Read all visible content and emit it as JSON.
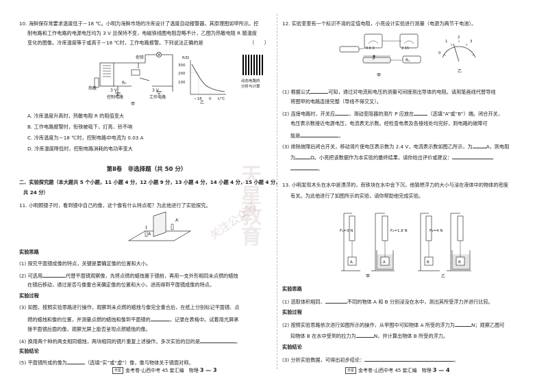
{
  "left": {
    "q10": {
      "l1": "10. 海鲜保存常要求温度低于－18 ℃。小明为海鲜市场的冷库设计了温度自动报警器，其原理图如甲所示。控",
      "l2": "制电路和工作电路的电源电压均为 3 V 且保持不变，电磁铁线圈电阻忽略不计，乙图为热敏电阻 R 随温度",
      "l3": "变化的图像。冷库温度等于或高于－18 ℃时，工作电路报警。下列说法正确的是",
      "paren": "（　　）",
      "fig_labels": {
        "wire": "衔铁",
        "r0": "R₀",
        "ctrl": "控制电路",
        "work": "工作电路",
        "jia": "甲",
        "yi": "乙",
        "v1": "3 V",
        "v2": "3 V",
        "yaxis": "R/Ω",
        "y300": "300",
        "y200": "200",
        "y100": "100",
        "x18": "−18",
        "x0": "0",
        "xunit": "t/℃",
        "R": "R",
        "heat": "热敏"
      },
      "qr_caption_1": "动态电路的",
      "qr_caption_2": "分析与计算",
      "A": "A. 冷库温度升高时，热敏电阻 R 的阻值变大",
      "B": "B. 工作电路报警时，衔铁被吸下，灯亮、铃不响",
      "C": "C. 冷库温度为－18 ℃时，控制电路中电流为 0.03 A",
      "D": "D. 冷库温度降低时，控制电路消耗的电功率变大"
    },
    "part2_title": "第Ⅱ卷　非选择题（共 50 分）",
    "sec2": {
      "l1": "二、实验探究题（本大题共 5 个小题，11 小题 4 分，12 小题 9 分，13 小题 4 分，14 小题 4 分，15 小题 4 分，",
      "l2": "共 24 分）"
    },
    "q11": {
      "l1": "11. 小明照镜子时，看到镜中自己的像，这个像有什么特点呢？为此他进行了实验探究。",
      "fig_A": "A",
      "fig_Ap": "A′",
      "h_idea": "实验思路",
      "idea1": "(1) 探究平面镜成像的特点，关键是要确定像的位置和大小。",
      "idea2a": "(2) 可选用",
      "idea2b": "代替平面镜观察像，先将点燃的蜡烛置于镜前，再用一支外形相同未点燃的蜡烛",
      "idea2c": "在镜后移动，通过是否与像重合来确定像的位置和大小，进而得到平面镜成像的特点。",
      "h_proc": "实验过程",
      "proc3a": "(3) 如图，按照实验思路进行操作，观察到未点燃的蜡烛与像完全重合后，在纸上分别标记平面镜、点",
      "proc3b": "燃的蜡烛和像的位置，并测量点燃的蜡烛和像到平面镜的",
      "proc3c": "，记录在表格中。试着用光屏承",
      "proc3d": "接平面镜后面的像，观察光屏上能否呈现点燃蜡烛的像。",
      "proc4a": "(4) 换用两个种的两支相同蜡烛，两块相同的镜片重复上述操作。多次实验的目的是",
      "h_conc": "实验结论",
      "conc5a": "(5) 平面镜所成的像为",
      "conc5b": "（选填“实”或“虚”）像，像与物体关于镜面对称。"
    },
    "footer": {
      "brand": "金考卷·山西中考 45 套汇编　物理·",
      "page": "3 — 3"
    }
  },
  "right": {
    "q12": {
      "l1": "12. 实验室里有一个标识不清的定值电阻，小亮设计实验进行测量（电源为两节干电池）。",
      "fig_jia": "甲",
      "fig_yi": "乙",
      "fig_P": "P",
      "fig_Rx": "Rₓ",
      "ammeter_scale": "0.6  3",
      "voltmeter_scale": "3  15",
      "meter_nums": [
        "0",
        "1",
        "2",
        "3"
      ],
      "q1a": "(1) 根据公式",
      "q1b": "可知，通过对电流和电压的测量可间接测出导体的电阻。请用笔画线代替导线",
      "q1c": "将图甲的电路连接完整（导线不得交叉）。",
      "q2a": "(2) 连接电路时，开关应",
      "q2b": "，滑动变阻器的滑片 P 应放在",
      "q2c": "（选填“A”或“B”）端。闭合开关，",
      "q2d": "电压表示数接近电源电压，电流表无示数。经检查电表及各接线处均完好，则电路的故障可",
      "q2e": "能是",
      "q3a": "(3) 排除故障后闭合开关，移动滑片使电压表示数为 2.4 V，电流表示数如图乙所示，为",
      "q3b": "A，则电阻",
      "q3c": "为",
      "q3d": "Ω。小亮把该数据作为本实验的最终结果，请你给出评价或建议：",
      "q3e": "。"
    },
    "q13": {
      "l1": "13. 小明发现木头在水中是漂浮的，而铁块在水中会下沉，他猜想浮力的大小与浸在液体中的物体的密度",
      "l2": "有关。为此他进行了如图所示的实验，请你帮助他完成实验。",
      "F1": "F₁=3 N",
      "F2": "F₂=1.8 N",
      "F3": "F₃=4 N",
      "lblA": "A",
      "lblB": "B",
      "fig_jia": "甲",
      "fig_yi": "乙",
      "h_idea": "实验思路",
      "idea1a": "(1) 选取体积相同、",
      "idea1b": "不同的物体 A 和 B 分别浸没在水中，测出其所受浮力并进行比较。",
      "h_proc": "实验过程",
      "proc2a": "(2) 按照实验思路依次进行如图所示的操作，从甲图中可知物体 A 所受的浮力为",
      "proc2b": "N；观察乙图可",
      "proc2c": "知物体 B 在水中受到的拉力为",
      "proc2d": "N，并计算出物体 B 所受的浮力。",
      "h_conc": "实验结论",
      "conc3a": "(3) 分析实验数据，可得出初步结论：",
      "conc3b": "。"
    },
    "footer": {
      "brand": "金考卷·山西中考 45 套汇编　物理·",
      "page": "3 — 4"
    }
  },
  "watermark": {
    "big": "天星教育",
    "small": "关注公众号"
  }
}
